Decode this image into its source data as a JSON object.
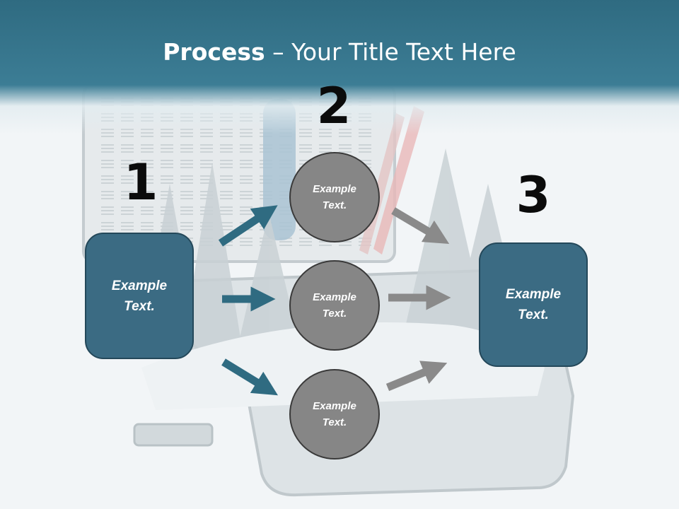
{
  "title": {
    "bold": "Process",
    "rest": " – Your Title Text Here"
  },
  "numbers": {
    "one": "1",
    "two": "2",
    "three": "3"
  },
  "boxes": {
    "left": {
      "line1": "Example",
      "line2": "Text."
    },
    "right": {
      "line1": "Example",
      "line2": "Text."
    }
  },
  "circles": [
    {
      "line1": "Example",
      "line2": "Text."
    },
    {
      "line1": "Example",
      "line2": "Text."
    },
    {
      "line1": "Example",
      "line2": "Text."
    }
  ],
  "colors": {
    "header": "#2f6b81",
    "box_fill": "#3b6b83",
    "circle_fill": "#868686",
    "arrow_blue": "#2f6b81",
    "arrow_gray": "#8a8a8a"
  }
}
